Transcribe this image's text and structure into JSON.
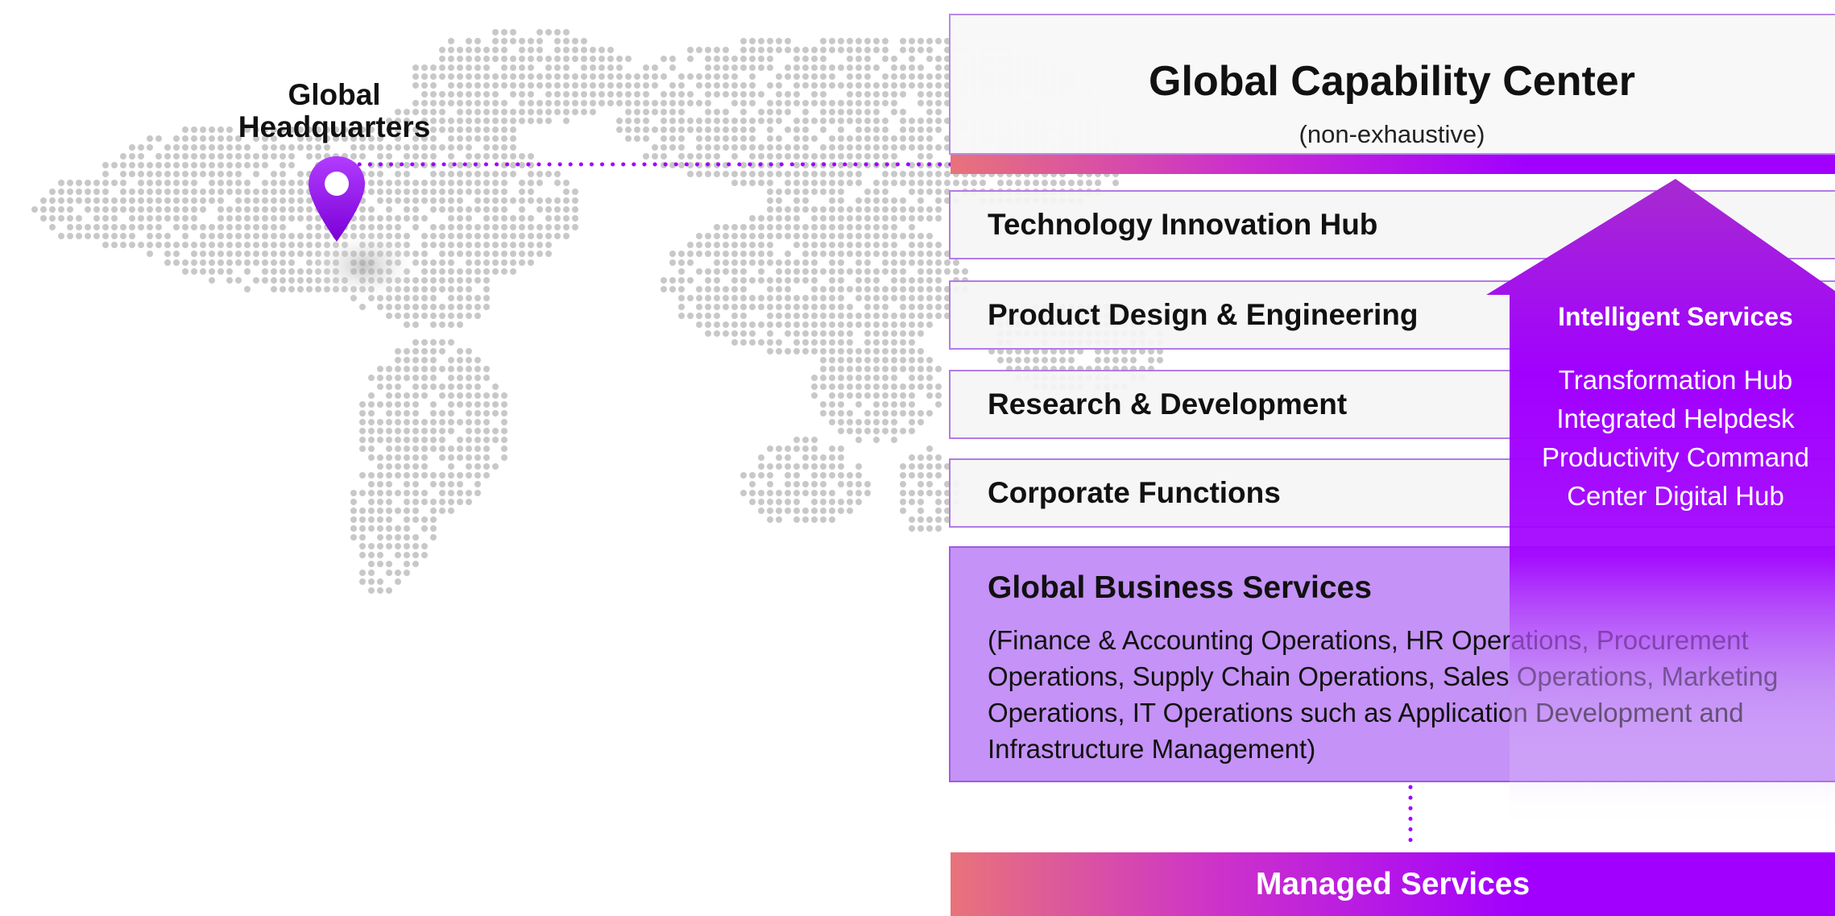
{
  "colors": {
    "accent": "#a100ff",
    "gradient_start": "#e8737a",
    "box_border": "#b37ae6",
    "gbs_fill": "#c592f7",
    "map_dot": "#c8c8c8"
  },
  "hq": {
    "line1": "Global",
    "line2": "Headquarters",
    "icon": "location-pin-icon"
  },
  "gcc": {
    "title": "Global Capability Center",
    "subtitle": "(non-exhaustive)"
  },
  "capabilities": [
    "Technology Innovation Hub",
    "Product Design & Engineering",
    "Research & Development",
    "Corporate Functions"
  ],
  "gbs": {
    "title": "Global Business Services",
    "description": "(Finance & Accounting Operations, HR Operations, Procurement Operations, Supply Chain Operations, Sales Operations, Marketing Operations, IT Operations such as Application Development and Infrastructure Management)"
  },
  "intelligent_services": {
    "title": "Intelligent Services",
    "items": [
      "Transformation Hub",
      "Integrated Helpdesk",
      "Productivity Command",
      "Center Digital Hub"
    ]
  },
  "managed_services": {
    "label": "Managed Services"
  }
}
